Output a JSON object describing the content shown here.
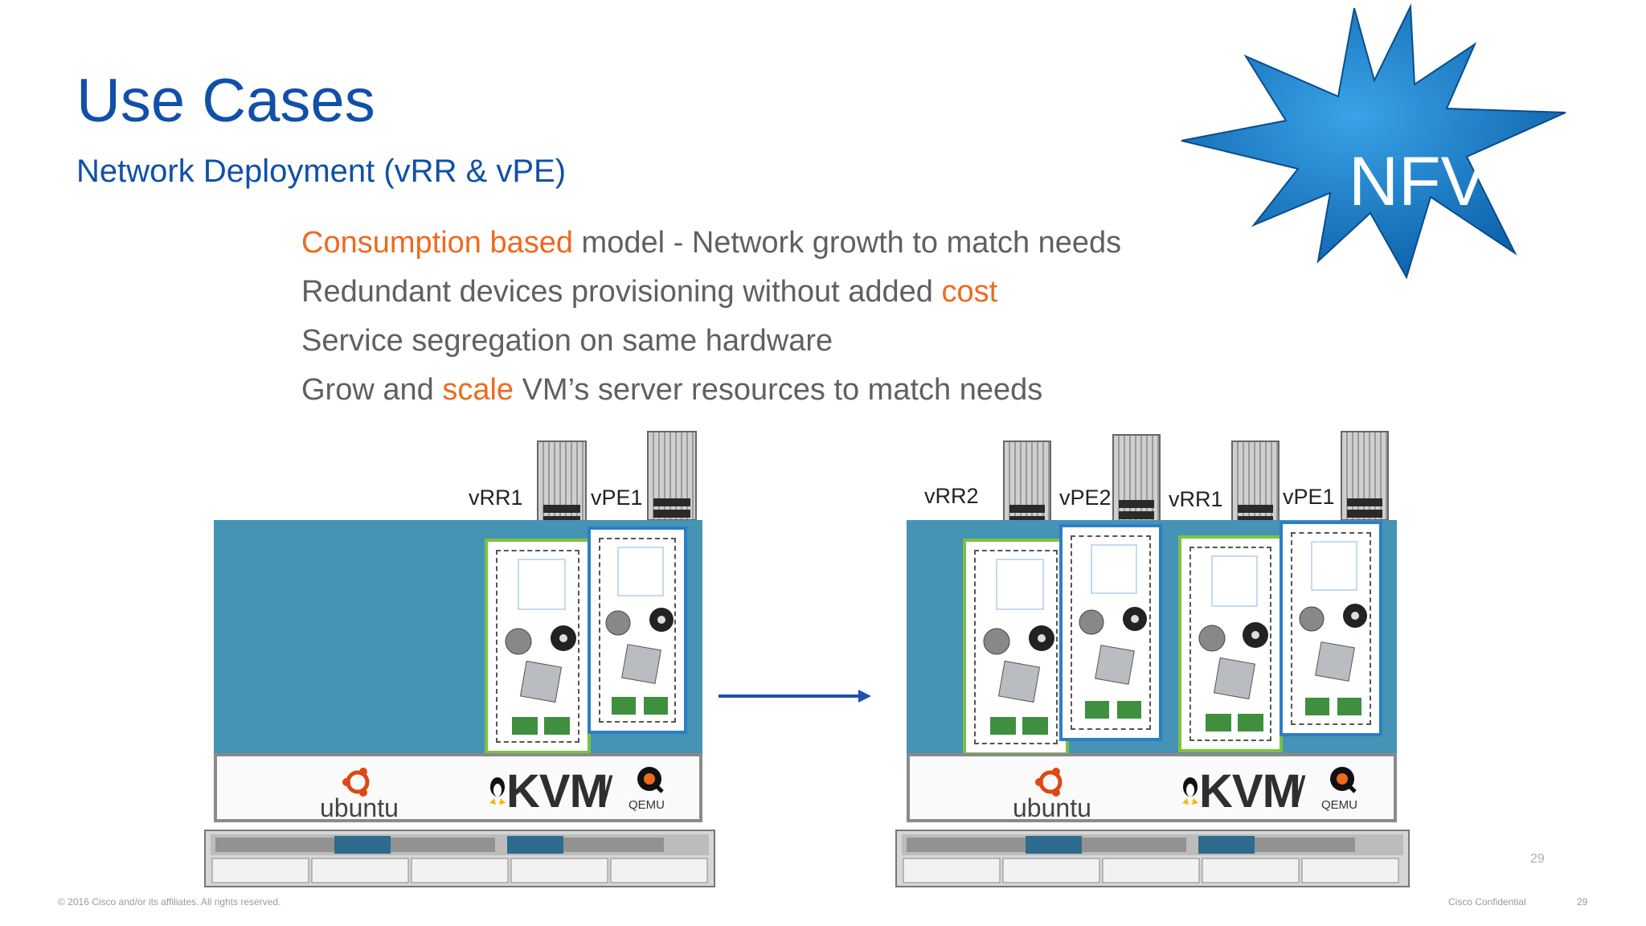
{
  "slide": {
    "title": "Use Cases",
    "subtitle": "Network Deployment (vRR & vPE)",
    "badge": "NFV",
    "bullets": [
      {
        "highlight": "Consumption based",
        "text": " model - Network growth to match needs"
      },
      {
        "text": "Redundant devices provisioning without added ",
        "highlight": "cost"
      },
      {
        "text": "Service segregation on same hardware"
      },
      {
        "text_before": "Grow and ",
        "highlight": "scale",
        "text_after": " VM’s server resources to match needs"
      }
    ]
  },
  "diagram_left": {
    "labels": [
      "vRR1",
      "vPE1"
    ],
    "os_logo": "ubuntu",
    "hypervisor": "KVM",
    "separator": "/",
    "emulator": "QEMU"
  },
  "diagram_right": {
    "labels": [
      "vRR2",
      "vPE2",
      "vRR1",
      "vPE1"
    ],
    "os_logo": "ubuntu",
    "hypervisor": "KVM",
    "separator": "/",
    "emulator": "QEMU"
  },
  "footer": {
    "copyright": "© 2016 Cisco and/or its affiliates. All rights reserved.",
    "confidential": "Cisco Confidential",
    "page_number": "29",
    "page_number_upper": "29"
  },
  "colors": {
    "title_blue": "#1050a8",
    "highlight_orange": "#ee6a1e",
    "star_blue": "#1a7fcb",
    "stage_blue": "#4593b5",
    "vm_green": "#7cc242",
    "vm_blue": "#2b7fc4",
    "arrow_blue": "#1f4fb0"
  },
  "icons": [
    "nfv-starburst-icon",
    "router-chassis-icon",
    "ubuntu-logo-icon",
    "tux-icon",
    "qemu-logo-icon",
    "hard-disk-icon",
    "cd-disk-icon",
    "cpu-chip-icon",
    "network-card-icon",
    "arrow-right-icon",
    "rack-server-icon"
  ]
}
